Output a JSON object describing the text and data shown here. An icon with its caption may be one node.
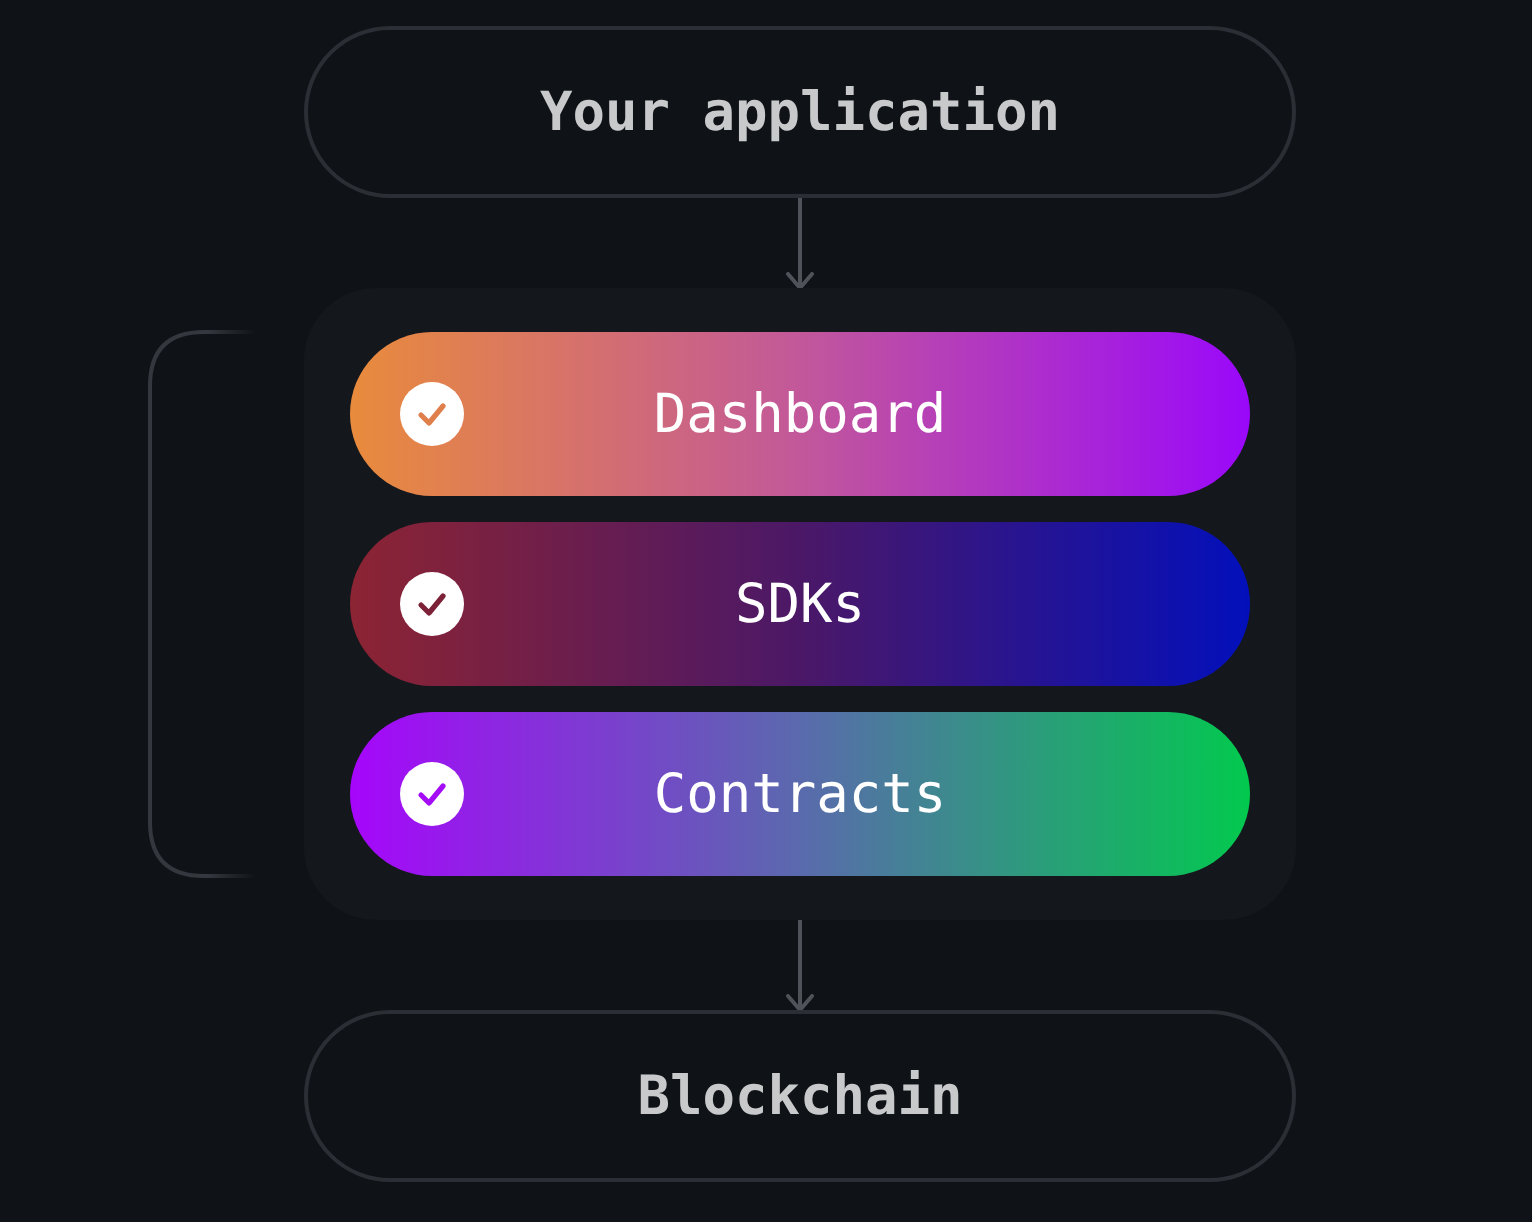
{
  "diagram": {
    "nodes": [
      {
        "text": [
          "Your application"
        ]
      },
      {
        "text": [],
        "shape": "box"
      },
      {
        "text": [
          "Dashboard"
        ],
        "in": 1
      },
      {
        "text": [
          "SDKs"
        ],
        "in": 1
      },
      {
        "text": [
          "Contracts"
        ],
        "in": 1
      },
      {
        "text": [
          "Blockchain"
        ]
      }
    ],
    "edges": [
      {
        "from": 0,
        "to": 1,
        "arrow": "to"
      },
      {
        "from": 1,
        "to": 5,
        "arrow": "to"
      }
    ]
  }
}
